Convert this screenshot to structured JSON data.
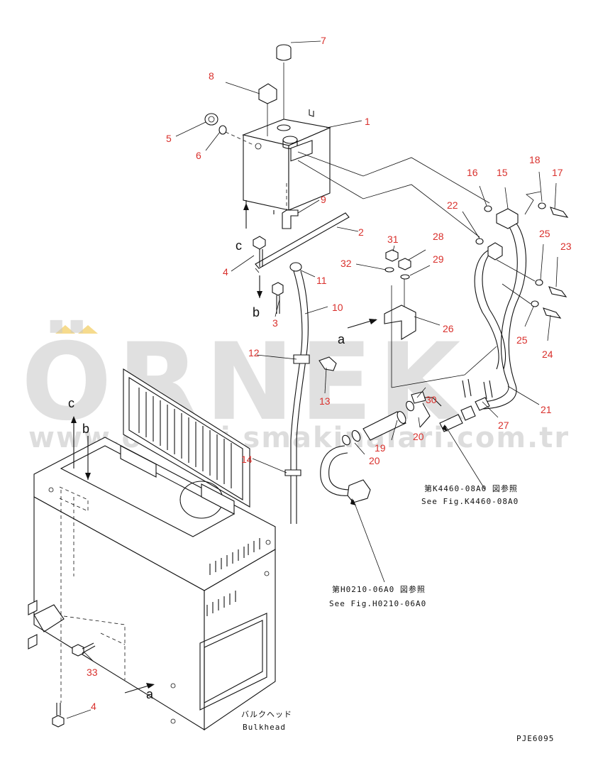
{
  "watermark": {
    "brand": "ÖRNEK",
    "url": "www.orneki smakinalari.com.tr"
  },
  "callouts": [
    "1",
    "2",
    "3",
    "4",
    "5",
    "6",
    "7",
    "8",
    "9",
    "10",
    "11",
    "12",
    "13",
    "14",
    "15",
    "16",
    "17",
    "18",
    "19",
    "20",
    "20",
    "21",
    "22",
    "23",
    "24",
    "25",
    "25",
    "26",
    "27",
    "28",
    "29",
    "30",
    "31",
    "32",
    "33",
    "4"
  ],
  "view_letters": {
    "a": "a",
    "b": "b",
    "c": "c"
  },
  "refs": {
    "k4460_jp": "第K4460-08A0 図参照",
    "k4460_en": "See Fig.K4460-08A0",
    "h0210_jp": "第H0210-06A0 図参照",
    "h0210_en": "See Fig.H0210-06A0"
  },
  "bulkhead": {
    "jp": "バルクヘッド",
    "en": "Bulkhead"
  },
  "drawing_code": "PJE6095"
}
